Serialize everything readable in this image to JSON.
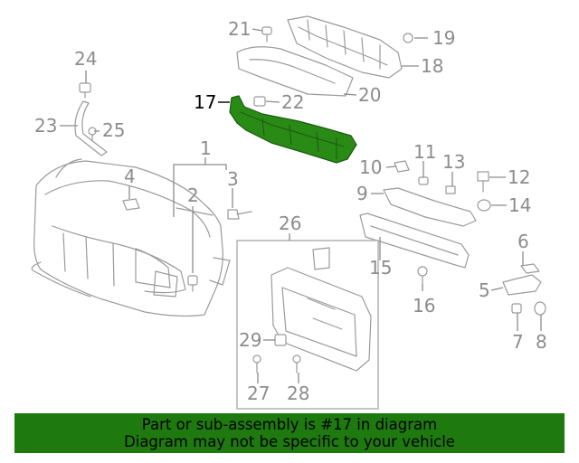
{
  "diagram": {
    "highlight_color": "#2a8a16",
    "highlighted_part": "17",
    "callouts": {
      "c1": "1",
      "c2": "2",
      "c3": "3",
      "c4": "4",
      "c5": "5",
      "c6": "6",
      "c7": "7",
      "c8": "8",
      "c9": "9",
      "c10": "10",
      "c11": "11",
      "c12": "12",
      "c13": "13",
      "c14": "14",
      "c15": "15",
      "c16": "16",
      "c17": "17",
      "c18": "18",
      "c19": "19",
      "c20": "20",
      "c21": "21",
      "c22": "22",
      "c23": "23",
      "c24": "24",
      "c25": "25",
      "c26": "26",
      "c27": "27",
      "c28": "28",
      "c29": "29"
    }
  },
  "banner": {
    "line1": "Part or sub-assembly is #17 in diagram",
    "line2": "Diagram may not be specific to your vehicle",
    "background": "#1e7a0e"
  }
}
